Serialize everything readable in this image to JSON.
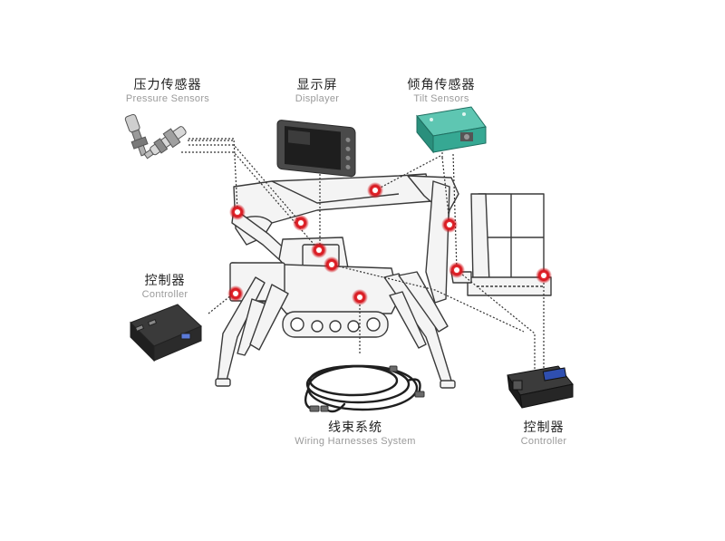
{
  "labels": {
    "pressure": {
      "zh": "压力传感器",
      "en": "Pressure Sensors",
      "icon": "pressure-sensor-icon"
    },
    "display": {
      "zh": "显示屏",
      "en": "Displayer",
      "icon": "display-screen-icon"
    },
    "tilt": {
      "zh": "倾角传感器",
      "en": "Tilt Sensors",
      "icon": "tilt-sensor-icon"
    },
    "controller_left": {
      "zh": "控制器",
      "en": "Controller",
      "icon": "controller-box-icon"
    },
    "wiring": {
      "zh": "线束系统",
      "en": "Wiring Harnesses System",
      "icon": "wiring-harness-icon"
    },
    "controller_right": {
      "zh": "控制器",
      "en": "Controller",
      "icon": "ecu-controller-icon"
    }
  },
  "colors": {
    "marker": "#d5141c",
    "machine_line": "#3a3a3a",
    "machine_fill": "#f4f4f4",
    "tilt_sensor": "#2f9e8a",
    "leader": "#333333"
  }
}
